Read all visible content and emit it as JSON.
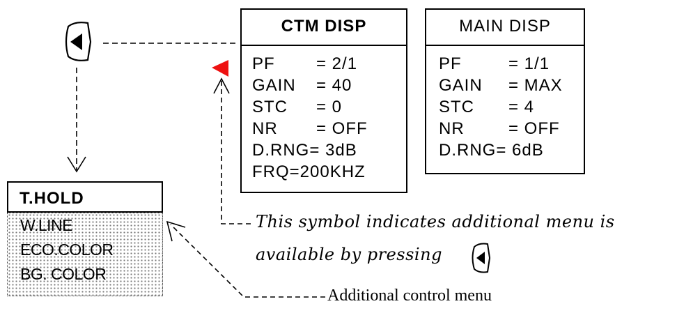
{
  "ctm_disp": {
    "title": "CTM DISP",
    "rows": [
      {
        "label": "PF",
        "value": "= 2/1"
      },
      {
        "label": "GAIN",
        "value": "= 40"
      },
      {
        "label": "STC",
        "value": "= 0"
      },
      {
        "label": "NR",
        "value": "= OFF"
      },
      {
        "text": "D.RNG= 3dB"
      },
      {
        "text": "FRQ=200KHZ"
      }
    ]
  },
  "main_disp": {
    "title": "MAIN DISP",
    "rows": [
      {
        "label": "PF",
        "value": "= 1/1"
      },
      {
        "label": "GAIN",
        "value": "= MAX"
      },
      {
        "label": "STC",
        "value": "= 4"
      },
      {
        "label": "NR",
        "value": "= OFF"
      },
      {
        "text": "D.RNG= 6dB"
      }
    ]
  },
  "thold_menu": {
    "title": "T.HOLD",
    "items": [
      "W.LINE",
      "ECO.COLOR",
      "BG. COLOR"
    ]
  },
  "notes": {
    "symbol_note_line1": "This symbol indicates additional menu is",
    "symbol_note_line2": "available by pressing",
    "caption": "Additional control menu"
  },
  "colors": {
    "indicator": "#ee1111",
    "line": "#000000"
  },
  "icons": {
    "left_key": "left-arrow-key-icon",
    "indicator": "red-triangle-icon"
  }
}
